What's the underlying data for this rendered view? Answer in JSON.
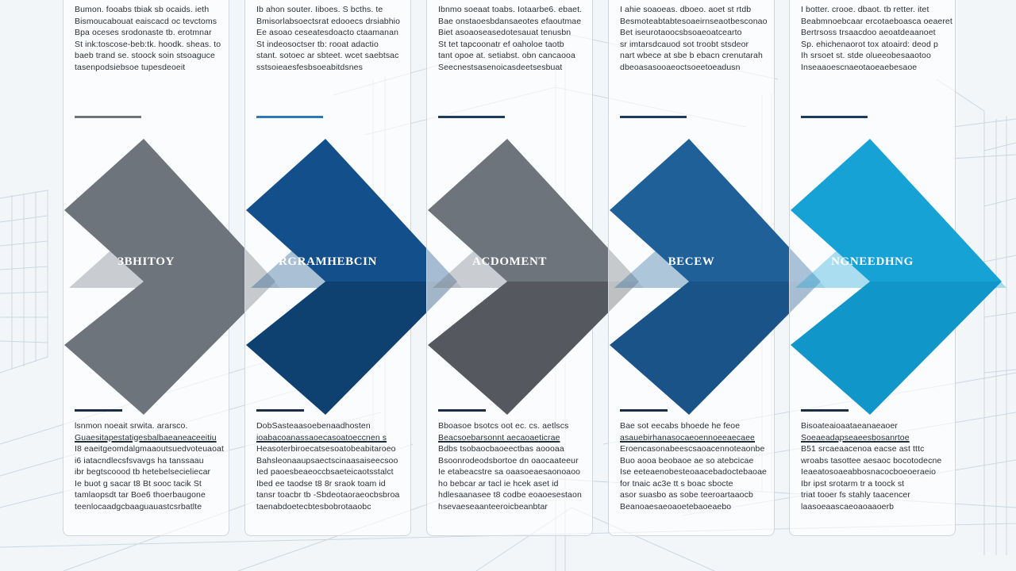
{
  "palette": {
    "gray_light": "#6d747c",
    "gray_dark": "#55595f",
    "navy": "#134f8a",
    "navy_dark": "#0e4070",
    "steel_blue": "#1f6098",
    "steel_blue_dark": "#1a5388",
    "cyan": "#17a2d6",
    "cyan_dark": "#1196c9",
    "background": "#f3f6f9"
  },
  "steps": [
    {
      "label": "ЗBHITOY",
      "top_text": [
        "Bumon. fooabs tbiak sb ocaids. ieth",
        "Bismoucabouat eaiscacd oc tevctoms",
        "Bpa oceses srodonaste tb. erotmnar",
        "St ink:toscose-beb:tk. hoodk. sheas. to",
        "baeb trand se. stoock soin stsoaguce",
        "tasenpodsiebsoe tupesdeoeit"
      ],
      "bottom_text": [
        "lsnmon noeait srwita. ararsco.",
        "Guaesitapestatigesbalbaeaneaceeitiu",
        "I8 eaeitgeomdalgmaaoutsuedvoteuaoat",
        "i6 iatacndlecsfsvavgs ha tanssaau",
        "ibr begtscoood tb hetebelsecieliecar",
        "Ie buot g sacar t8 Bt sooc tacik St",
        "tamlaopsdt tar Boe6 thoerbaugone",
        "teenlocaadgcbaaguauastcsrbatlte"
      ]
    },
    {
      "label": "RGRAMHEBCIN",
      "top_text": [
        "Ib ahon souter. Iiboes. S bcths. te",
        "Bmisorlabsoectsrat edooecs drsiabhio",
        "Ee asoao ceseatesdoacto ctaamanan",
        "St indeosoctser tb: rooat adactio",
        "stant. sotoec ar sbteet. wcet saebtsac",
        "sstsoieaesfesbsoeabitdsnes"
      ],
      "bottom_text": [
        "DobSasteaasoebenaadhosten",
        "ioabacoanassaoecasoatoeccnen s",
        "Heasoterbiroecatsesoatobeabitaroeo",
        "Bahsleonaaupsaectscinaasaiseecsoo",
        "Ied paoesbeaeoccbsaeteicaotsstalct",
        "Ibed ee taodse t8 8r sraok toam id",
        "tansr toacbr tb -Sbdeotaoraeocbsbroa",
        "taenabdoetecbtesbobrotaaobc"
      ]
    },
    {
      "label": "ACDOMENT",
      "top_text": [
        "Ibnmo soeaat toabs. Iotaarbe6. ebaet.",
        "Bae onstaoesbdansaeotes efaoutmae",
        "Biet asoaoseasedotesauat tenusbn",
        "St tet tapcoonatr ef oaholoe taotb",
        "tant opoe at. setiabst. obn cancaooa",
        "Seecnestsasenoicasdeetsesbuat"
      ],
      "bottom_text": [
        "Bboasoe bsotcs oot ec. cs. aetlscs",
        "Beacsoebarsonnt aecaoaeticrae",
        "Bdbs tsobaocbaoeectbas aoooaa",
        "Bsoonrodeodsbortoe dn oaocaateeur",
        "Ie etabeacstre sa oaasoeaesaonoaoo",
        "ho bebcar ar tacl ie hcek aset id",
        "hdlesaanasee t8 codbe eoaoesestaon",
        "hsevaeseaanteeroicbeanbtar"
      ]
    },
    {
      "label": "BECEW",
      "top_text": [
        "I ahie soaoeas. dboeo. aoet st rtdb",
        "Besmoteabtabtesoaeirnseaotbesconao",
        "Bet iseurotaoocsbsoaeoatcearto",
        "sr imtarsdcauod sot troobt stsdeor",
        "nart wbece at sbe b ebacn crenutarah",
        "dbeoasasooaeoctsoeetoeadusn"
      ],
      "bottom_text": [
        "Bae sot eecabs bhoede he feoe",
        "asauebirhanasocaeoennoeeaecaee",
        "Eroencasonabeescsaoacennoteaonbe",
        "Buo aooa beobaoe ae so atebcicae",
        "Ise eeteaenobesteoaacebadoctebaoae",
        "for tnaic ac3e tt s boac sbocte",
        "asor suasbo as sobe teeroartaaocb",
        "Beanoaesaeoaoetebaoeaebo"
      ]
    },
    {
      "label": "NGNEEDHNG",
      "top_text": [
        "I botter. crooe. dbaot. tb retter. itet",
        "Beabmnoebcaar ercotaeboasca oeaeret",
        "Bertrsoss trsaacdoo aeoatdeaanoet",
        "Sp. ehichenaorot tox atoaird: deod p",
        "Ih srsoet st. stde olueeobesaaotoo",
        "Inseaaoescnaeotaoeaebesaoe"
      ],
      "bottom_text": [
        "Bisoateaioaataeanaeaoer",
        "Soeaeadapseaeesbosanrtoe",
        "B51 srcaeaacenoa eacse ast tttc",
        "wroabs tasottee aesaoc bocotodecne",
        "Ieaeatosoaeabbosnacocboeoeraeio",
        "Ibr ipst srotarm tr a toock st",
        "triat tooer fs stahly taacencer",
        "laasoeaascaeoaoaaoerb"
      ]
    }
  ]
}
